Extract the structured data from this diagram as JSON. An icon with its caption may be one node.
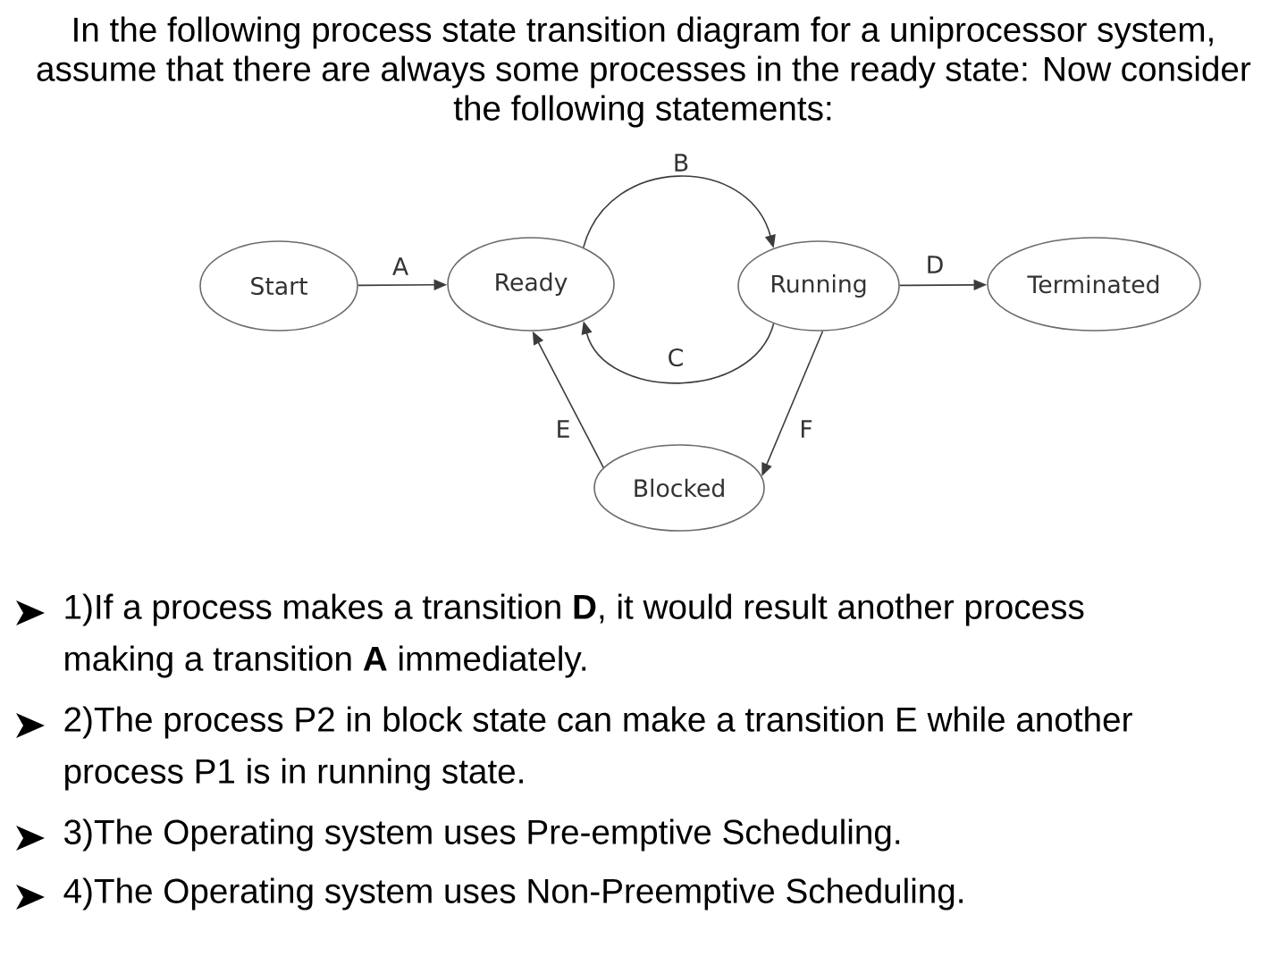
{
  "diagram": {
    "title": "In the following process state transition diagram for a uniprocessor system, assume that there are always some processes in the ready state: Now consider the following statements:",
    "nodes": [
      {
        "text": [
          "Start"
        ]
      },
      {
        "text": [
          "Ready"
        ]
      },
      {
        "text": [
          "Running"
        ]
      },
      {
        "text": [
          "Terminated"
        ]
      },
      {
        "text": [
          "Blocked"
        ]
      }
    ],
    "edges": [
      {
        "from": 0,
        "to": 1,
        "arrow": "to",
        "label": "A"
      },
      {
        "from": 1,
        "to": 2,
        "arrow": "to",
        "label": "B"
      },
      {
        "from": 2,
        "to": 1,
        "arrow": "to",
        "label": "C"
      },
      {
        "from": 2,
        "to": 3,
        "arrow": "to",
        "label": "D"
      },
      {
        "from": 4,
        "to": 1,
        "arrow": "to",
        "label": "E"
      },
      {
        "from": 2,
        "to": 4,
        "arrow": "to",
        "label": "F"
      }
    ],
    "labels": [
      "1)If a process makes a transition **D**, it would result another process making a transition **A** immediately.",
      "2)The process P2 in block state can make a transition E while another process P1 is in running state.",
      "3)The Operating system uses Pre-emptive Scheduling.",
      "4)The Operating system uses Non-Preemptive Scheduling."
    ]
  }
}
